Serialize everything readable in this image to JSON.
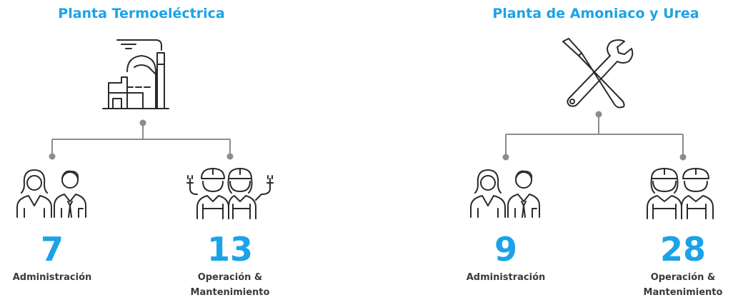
{
  "plants": [
    {
      "name": "Planta Termoeléctrica",
      "groups": [
        {
          "count": "7",
          "label": [
            "Administración"
          ]
        },
        {
          "count": "13",
          "label": [
            "Operación &",
            "Mantenimiento"
          ]
        }
      ]
    },
    {
      "name": "Planta de Amoniaco y Urea",
      "groups": [
        {
          "count": "9",
          "label": [
            "Administración"
          ]
        },
        {
          "count": "28",
          "label": [
            "Operación &",
            "Mantenimiento"
          ]
        }
      ]
    }
  ],
  "colors": {
    "accent": "#1aa3e8",
    "connector": "#8c8c8c",
    "icon": "#2a2a2a",
    "text": "#3a3a3a"
  },
  "icons": [
    "power-plant-icon",
    "tools-icon",
    "office-staff-icon",
    "engineers-icon",
    "workers-icon"
  ]
}
